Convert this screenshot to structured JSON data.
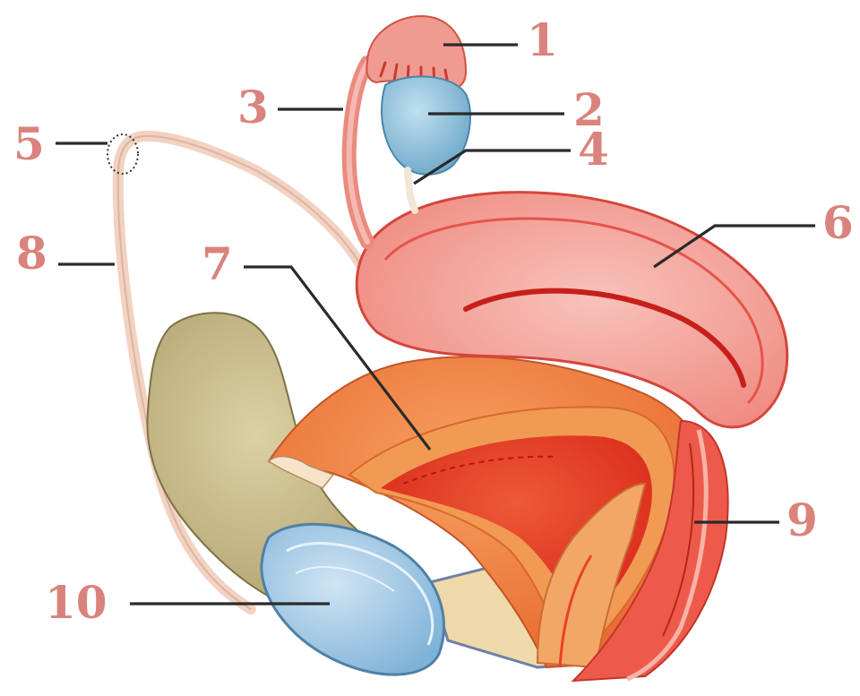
{
  "colors": {
    "label": "#d9837c",
    "leader": "#2a2a2a",
    "uterus_outer": "#f07d72",
    "uterus_inner": "#f3a7a0",
    "bladder_outer": "#f08a44",
    "bladder_inner": "#e8412b",
    "bone": "#c9b98a",
    "pubic_pad": "#a9cbe6",
    "ovary": "#8fc4df",
    "tube": "#f6d8c8"
  },
  "labels": [
    {
      "id": "1",
      "text": "1"
    },
    {
      "id": "2",
      "text": "2"
    },
    {
      "id": "3",
      "text": "3"
    },
    {
      "id": "4",
      "text": "4"
    },
    {
      "id": "5",
      "text": "5"
    },
    {
      "id": "6",
      "text": "6"
    },
    {
      "id": "7",
      "text": "7"
    },
    {
      "id": "8",
      "text": "8"
    },
    {
      "id": "9",
      "text": "9"
    },
    {
      "id": "10",
      "text": "10"
    }
  ]
}
